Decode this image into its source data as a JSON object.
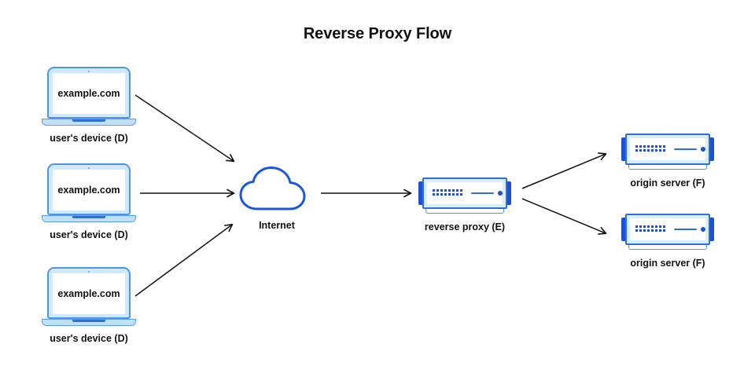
{
  "diagram": {
    "title": "Reverse Proxy Flow",
    "background_color": "#ffffff",
    "accent_blue": "#1d4fd8",
    "light_blue": "#cfe9fa",
    "arrow_color": "#111111"
  },
  "clients": [
    {
      "screen_text": "example.com",
      "label": "user's device (D)"
    },
    {
      "screen_text": "example.com",
      "label": "user's device (D)"
    },
    {
      "screen_text": "example.com",
      "label": "user's device (D)"
    }
  ],
  "cloud": {
    "label": "Internet",
    "icon": "cloud-icon"
  },
  "proxy": {
    "label": "reverse proxy (E)",
    "icon": "server-icon"
  },
  "origins": [
    {
      "label": "origin server (F)",
      "icon": "server-icon"
    },
    {
      "label": "origin server (F)",
      "icon": "server-icon"
    }
  ],
  "arrows": [
    {
      "name": "client-1-to-internet",
      "from": "user's device (D)",
      "to": "Internet"
    },
    {
      "name": "client-2-to-internet",
      "from": "user's device (D)",
      "to": "Internet"
    },
    {
      "name": "client-3-to-internet",
      "from": "user's device (D)",
      "to": "Internet"
    },
    {
      "name": "internet-to-proxy",
      "from": "Internet",
      "to": "reverse proxy (E)"
    },
    {
      "name": "proxy-to-origin-1",
      "from": "reverse proxy (E)",
      "to": "origin server (F)"
    },
    {
      "name": "proxy-to-origin-2",
      "from": "reverse proxy (E)",
      "to": "origin server (F)"
    }
  ]
}
